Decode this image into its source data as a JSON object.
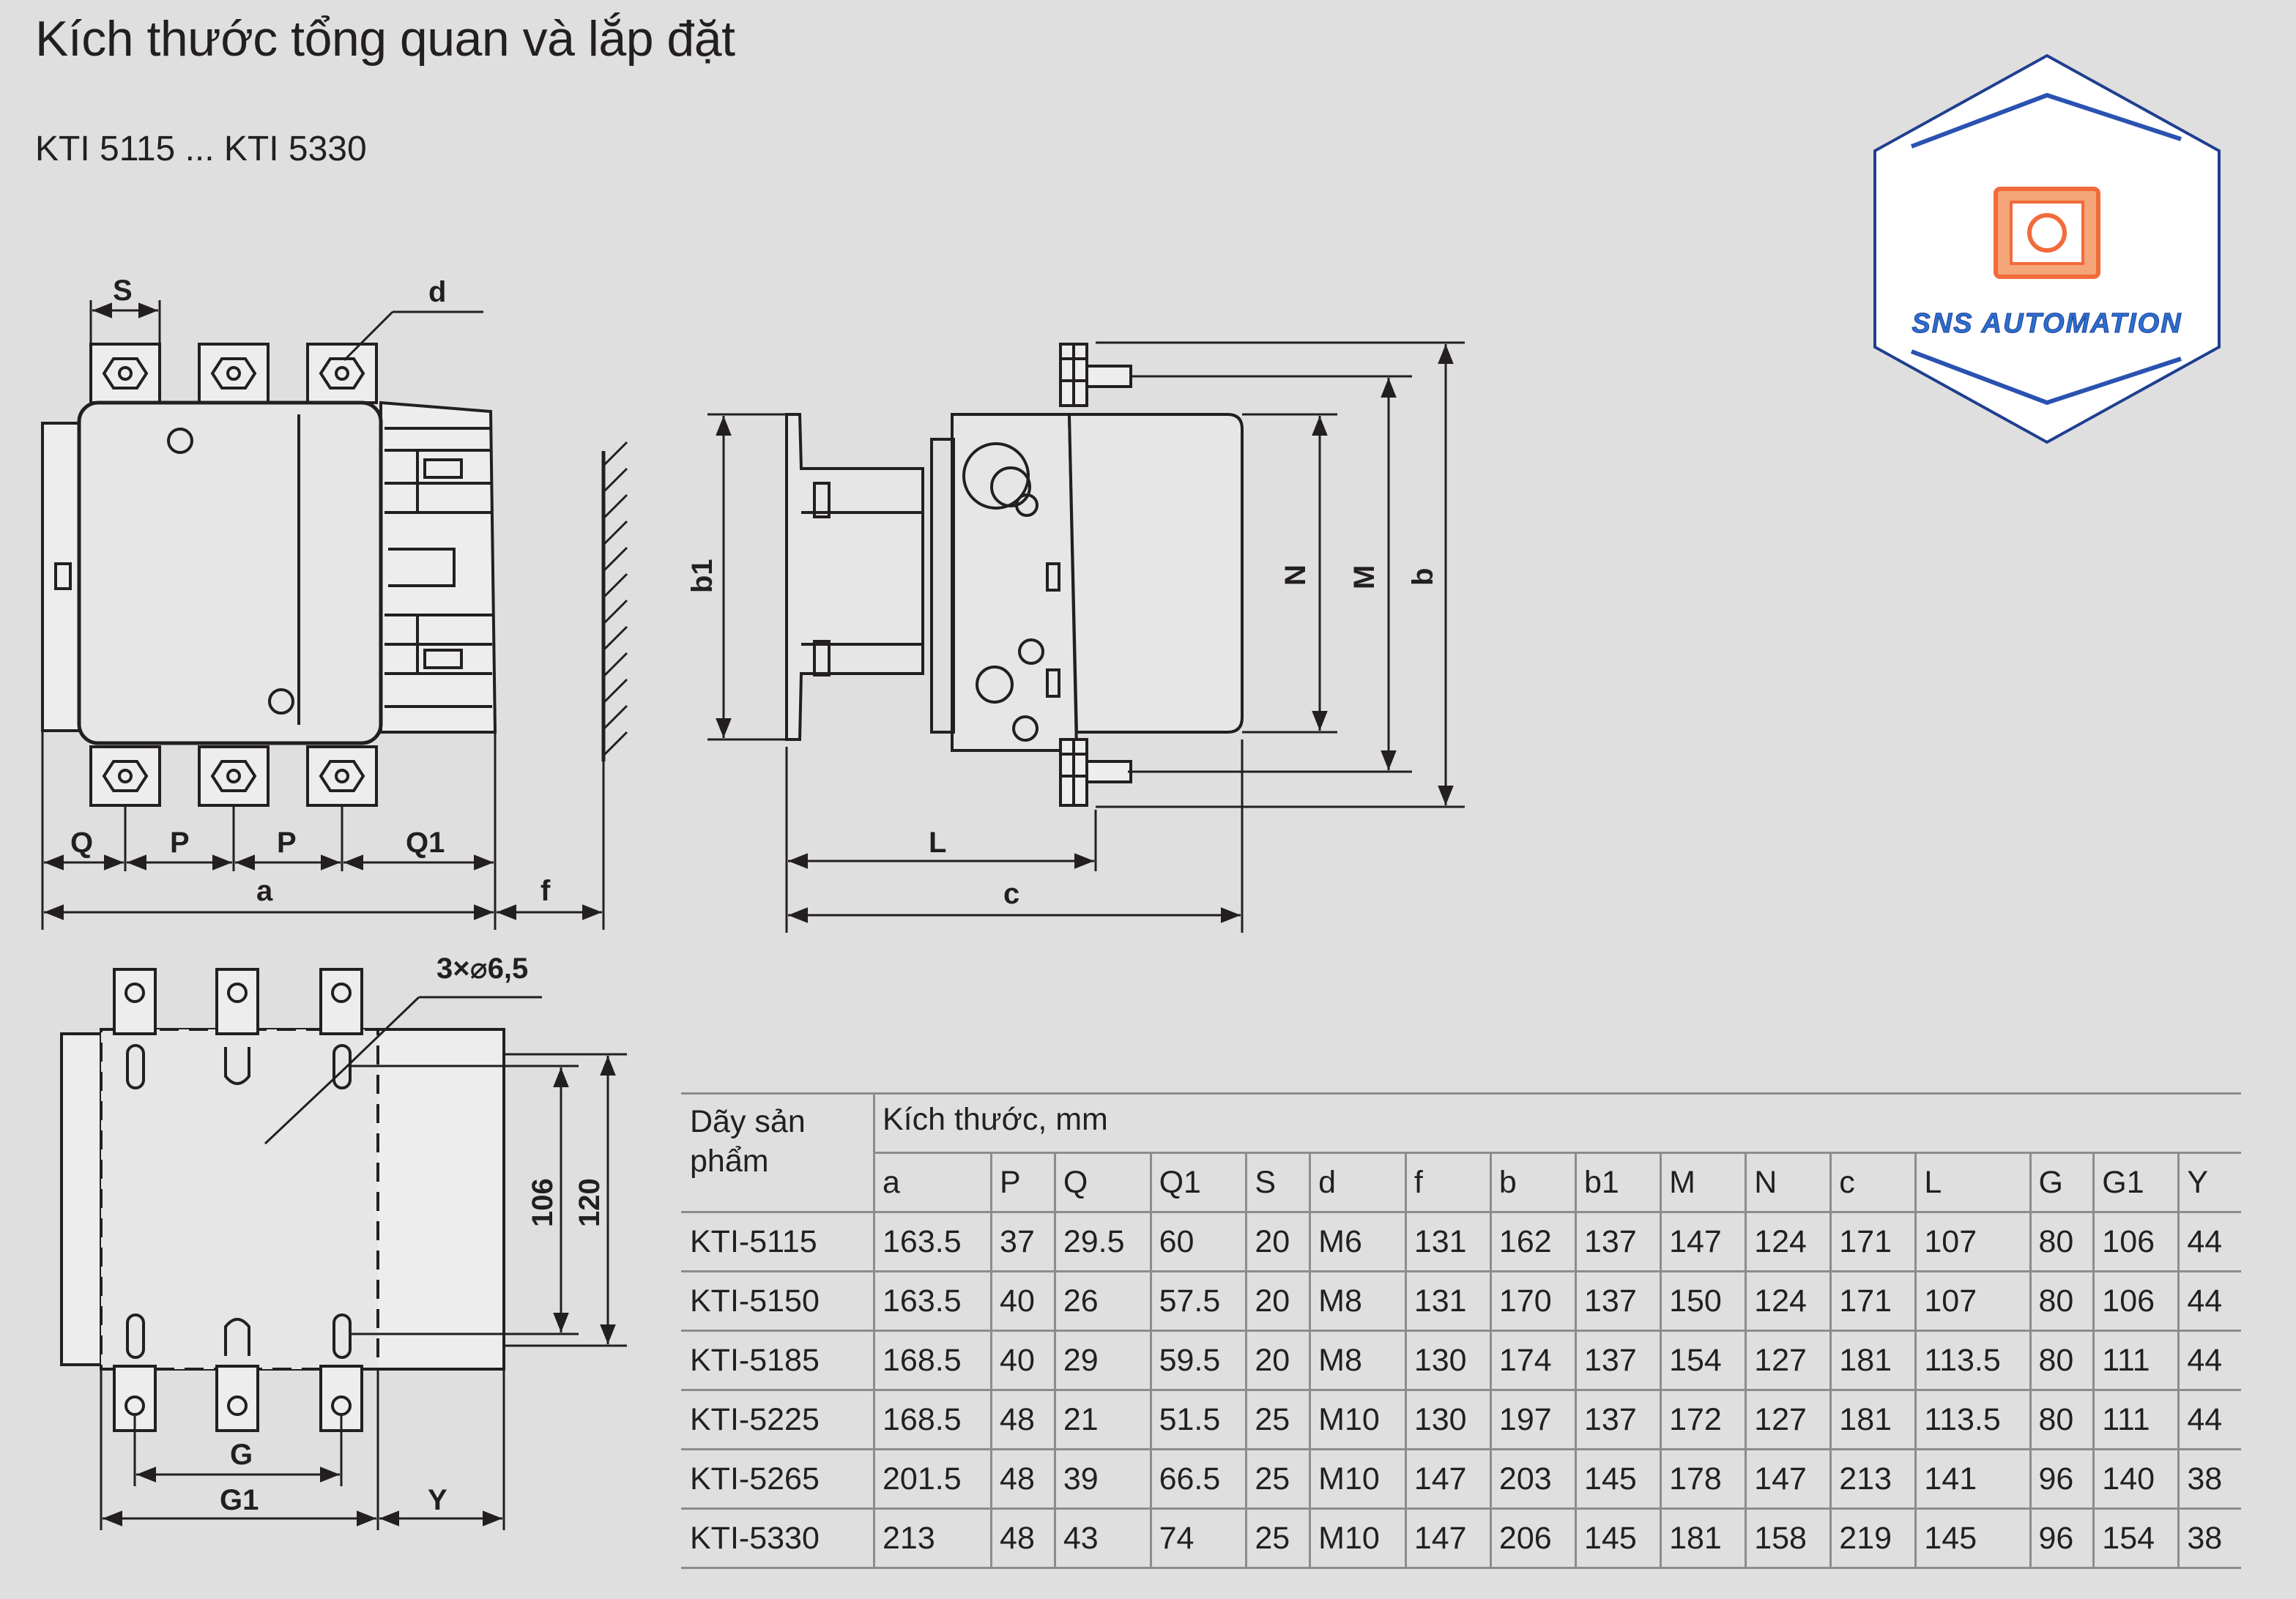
{
  "header": {
    "title": "Kích thước tổng quan và lắp đặt",
    "subtitle": "KTI 5115  ... KTI 5330"
  },
  "logo": {
    "text": "SNS AUTOMATION",
    "colors": {
      "border": "#1f3f8f",
      "accent": "#f26b3a",
      "text": "#2b6fd0"
    }
  },
  "drawing_labels": {
    "front": {
      "S": "S",
      "d": "d",
      "Q": "Q",
      "P1": "P",
      "P2": "P",
      "Q1": "Q1",
      "a": "a",
      "f": "f"
    },
    "side": {
      "b1": "b1",
      "N": "N",
      "M": "M",
      "b": "b",
      "L": "L",
      "c": "c"
    },
    "mount": {
      "holes": "3×⌀6,5",
      "d106": "106",
      "d120": "120",
      "G": "G",
      "G1": "G1",
      "Y": "Y"
    }
  },
  "table": {
    "series_header": "Dãy sản phẩm",
    "dims_header": "Kích thước, mm",
    "columns": [
      "a",
      "P",
      "Q",
      "Q1",
      "S",
      "d",
      "f",
      "b",
      "b1",
      "M",
      "N",
      "c",
      "L",
      "G",
      "G1",
      "Y"
    ],
    "rows": [
      {
        "model": "KTI-5115",
        "values": [
          "163.5",
          "37",
          "29.5",
          "60",
          "20",
          "M6",
          "131",
          "162",
          "137",
          "147",
          "124",
          "171",
          "107",
          "80",
          "106",
          "44"
        ]
      },
      {
        "model": "KTI-5150",
        "values": [
          "163.5",
          "40",
          "26",
          "57.5",
          "20",
          "M8",
          "131",
          "170",
          "137",
          "150",
          "124",
          "171",
          "107",
          "80",
          "106",
          "44"
        ]
      },
      {
        "model": "KTI-5185",
        "values": [
          "168.5",
          "40",
          "29",
          "59.5",
          "20",
          "M8",
          "130",
          "174",
          "137",
          "154",
          "127",
          "181",
          "113.5",
          "80",
          "111",
          "44"
        ]
      },
      {
        "model": "KTI-5225",
        "values": [
          "168.5",
          "48",
          "21",
          "51.5",
          "25",
          "M10",
          "130",
          "197",
          "137",
          "172",
          "127",
          "181",
          "113.5",
          "80",
          "111",
          "44"
        ]
      },
      {
        "model": "KTI-5265",
        "values": [
          "201.5",
          "48",
          "39",
          "66.5",
          "25",
          "M10",
          "147",
          "203",
          "145",
          "178",
          "147",
          "213",
          "141",
          "96",
          "140",
          "38"
        ]
      },
      {
        "model": "KTI-5330",
        "values": [
          "213",
          "48",
          "43",
          "74",
          "25",
          "M10",
          "147",
          "206",
          "145",
          "181",
          "158",
          "219",
          "145",
          "96",
          "154",
          "38"
        ]
      }
    ]
  }
}
